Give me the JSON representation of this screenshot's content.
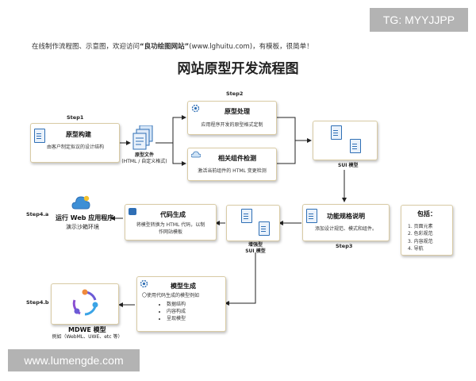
{
  "watermarks": {
    "top_right": "TG: MYYJJPP",
    "bottom_left": "www.lumengde.com"
  },
  "intro": {
    "before": "在线制作流程图、示意图，欢迎访问",
    "highlight": "“良功绘图网站”",
    "after": "(www.lghuitu.com)，有模板，很简单！"
  },
  "title": "网站原型开发流程图",
  "steps": {
    "step1": "Step1",
    "step2": "Step2",
    "step3": "Step3",
    "step4a": "Step4.a",
    "step4b": "Step4.b"
  },
  "nodes": {
    "prototype_build": {
      "title": "原型构建",
      "desc": "由客户制定拟议的设计结构"
    },
    "prototype_file": {
      "title": "原型文件",
      "desc": "(HTML / 自定义格式)"
    },
    "prototype_process": {
      "title": "原型处理",
      "desc": "应用程序开发的原型格式定制"
    },
    "component_detect": {
      "title": "相关组件检测",
      "desc": "激活当前组件的 HTML 变更检测"
    },
    "sui_model": {
      "label": "SUI 模型"
    },
    "func_spec": {
      "title": "功能规格说明",
      "desc": "添加设计规范、模式和组件。"
    },
    "includes": {
      "title": "包括：",
      "items": [
        "1. 页面元素",
        "2. 色彩规范",
        "3. 内容规范",
        "4. 导航"
      ]
    },
    "enhanced_sui": {
      "label_line1": "增强型",
      "label_line2": "SUI 模型"
    },
    "code_gen": {
      "title": "代码生成",
      "desc_line1": "将模型转换为 HTML 代码，以制",
      "desc_line2": "作网站模板"
    },
    "run_web": {
      "title": "运行 Web 应用程序",
      "desc": "演示沙箱环境"
    },
    "model_gen": {
      "title": "模型生成",
      "intro": "〇使用代码生成的模型例如",
      "bullets": [
        "数据结构",
        "内容构成",
        "呈现模型"
      ]
    },
    "mdwe": {
      "title": "MDWE 模型",
      "desc": "例如（WebML、UWE、etc 等）"
    }
  },
  "colors": {
    "box_border": "#d9cba5",
    "arrow": "#222222",
    "icon_blue": "#2f6fb5"
  },
  "icons": {
    "doc": "document-icon",
    "settings": "settings-icon",
    "cloud": "cloud-icon",
    "cycle": "cycle-icon"
  }
}
